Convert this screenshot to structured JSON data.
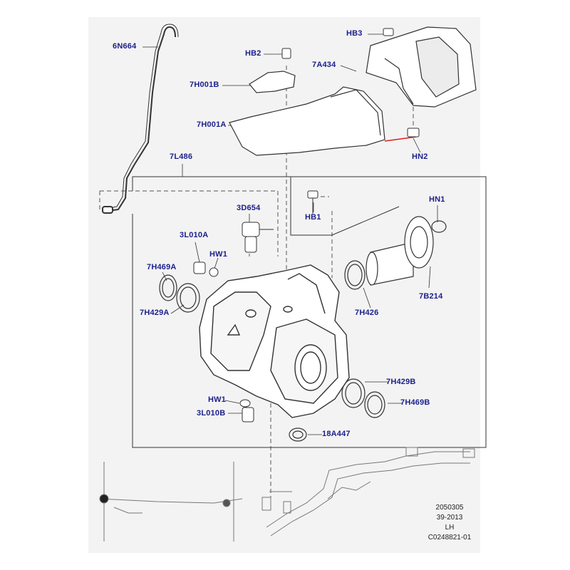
{
  "callouts": {
    "c_6n664": "6N664",
    "c_hb3": "HB3",
    "c_hb2": "HB2",
    "c_7a434": "7A434",
    "c_7h001b": "7H001B",
    "c_7h001a": "7H001A",
    "c_hn2": "HN2",
    "c_7l486": "7L486",
    "c_hn1": "HN1",
    "c_hb1": "HB1",
    "c_3d654": "3D654",
    "c_3l010a": "3L010A",
    "c_hw1_top": "HW1",
    "c_7h469a": "7H469A",
    "c_7h429a": "7H429A",
    "c_7h426": "7H426",
    "c_7b214": "7B214",
    "c_7h429b": "7H429B",
    "c_7h469b": "7H469B",
    "c_hw1_bottom": "HW1",
    "c_3l010b": "3L010B",
    "c_18a447": "18A447"
  },
  "reference": {
    "line1": "2050305",
    "line2": "39-2013",
    "line3": "LH",
    "line4": "C0248821-01"
  },
  "colors": {
    "panel_background": "#f3f3f3",
    "callout_text": "#1b1f8a",
    "highlight_line": "#e0201a",
    "line_art": "#222222"
  }
}
